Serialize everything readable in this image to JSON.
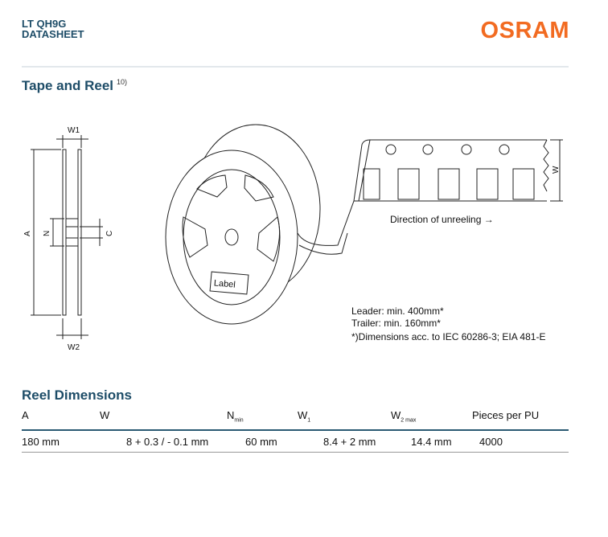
{
  "header": {
    "product": "LT QH9G",
    "doc_type": "DATASHEET",
    "logo": "OSRAM"
  },
  "section1": {
    "title": "Tape and Reel",
    "footnote": "10)"
  },
  "drawing": {
    "w1": "W1",
    "w2": "W2",
    "a": "A",
    "n": "N",
    "c": "C",
    "w": "W",
    "label": "Label",
    "direction": "Direction of unreeling →",
    "notes": [
      "Leader: min. 400mm*",
      "Trailer:  min. 160mm*",
      "*)Dimensions acc. to IEC 60286-3; EIA 481-E"
    ]
  },
  "section2": {
    "title": "Reel Dimensions"
  },
  "table": {
    "headers": [
      {
        "main": "A",
        "sub": ""
      },
      {
        "main": "W",
        "sub": ""
      },
      {
        "main": "N",
        "sub": "min"
      },
      {
        "main": "W",
        "sub": "1"
      },
      {
        "main": "W",
        "sub": "2 max"
      },
      {
        "main": "Pieces per PU",
        "sub": ""
      }
    ],
    "row": [
      "180 mm",
      "8 + 0.3 / - 0.1 mm",
      "60 mm",
      "8.4 + 2 mm",
      "14.4 mm",
      "4000"
    ]
  },
  "colors": {
    "heading": "#1e4d68",
    "logo": "#f26b21"
  }
}
